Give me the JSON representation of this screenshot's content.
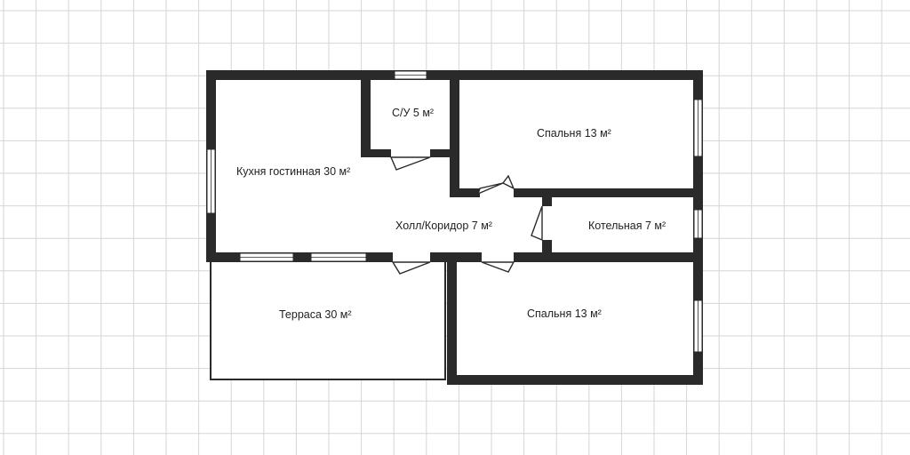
{
  "plan": {
    "rooms": {
      "kitchen": "Кухня гостинная 30 м²",
      "bathroom": "С/У 5 м²",
      "bedroom_top": "Спальня 13 м²",
      "hall": "Холл/Коридор 7 м²",
      "boiler": "Котельная 7 м²",
      "terrace": "Терраса 30 м²",
      "bedroom_bottom": "Спальня 13 м²"
    },
    "colors": {
      "wall": "#2a2a2a",
      "grid": "#d6d6d6",
      "background": "#ffffff"
    }
  }
}
